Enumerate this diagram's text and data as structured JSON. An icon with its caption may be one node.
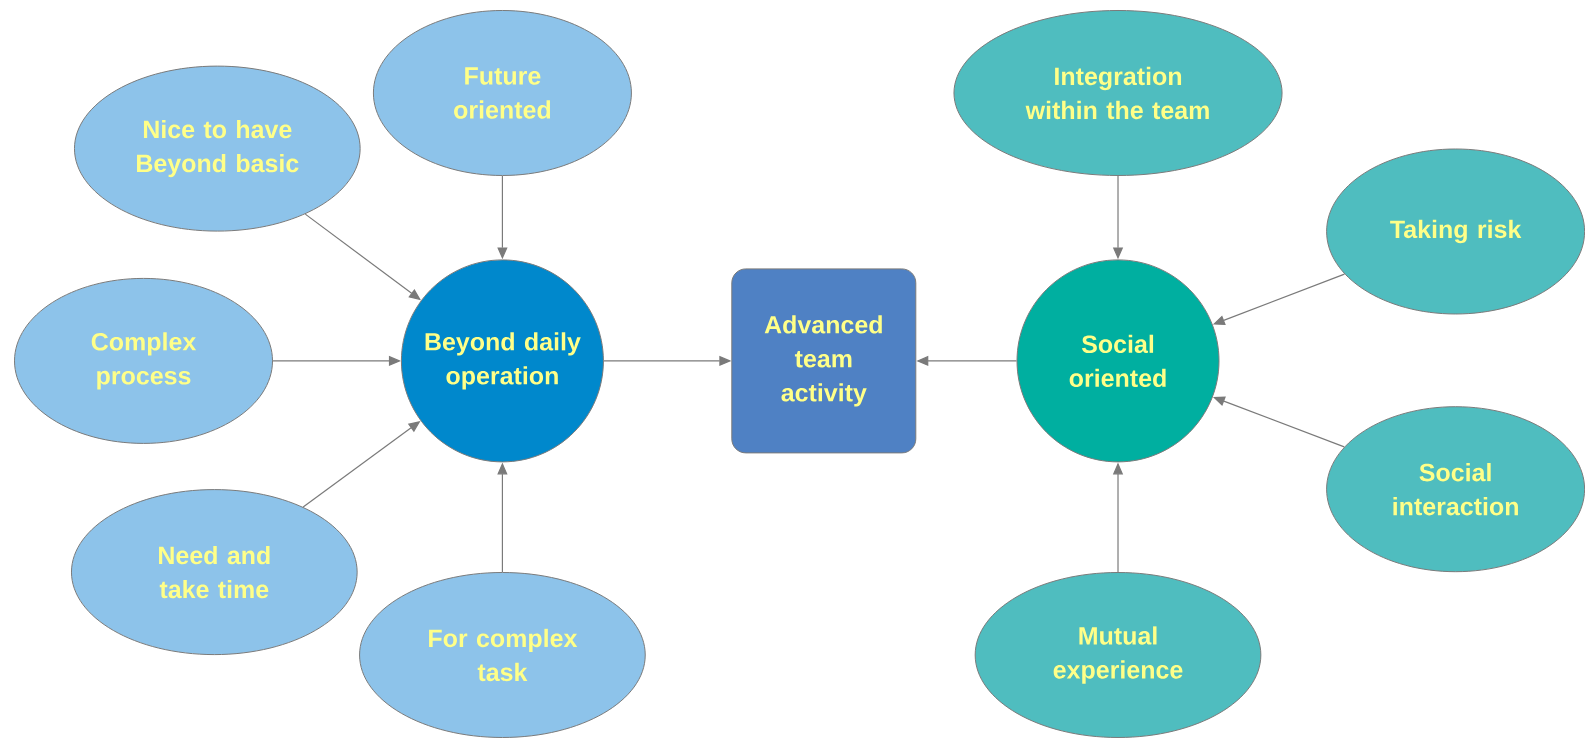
{
  "diagram": {
    "nodes": [
      {
        "text": [
          "Nice to have Beyond basic"
        ]
      },
      {
        "text": [
          "Future oriented"
        ]
      },
      {
        "text": [
          "Complex process"
        ]
      },
      {
        "text": [
          "Beyond daily operation"
        ]
      },
      {
        "text": [
          "Need and take time"
        ]
      },
      {
        "text": [
          "For complex task"
        ]
      },
      {
        "text": [
          "Advanced team activity"
        ]
      },
      {
        "text": [
          "Integration within the team"
        ]
      },
      {
        "text": [
          "Taking risk"
        ]
      },
      {
        "text": [
          "Social oriented"
        ]
      },
      {
        "text": [
          "Social interaction"
        ]
      },
      {
        "text": [
          "Mutual experience"
        ]
      }
    ],
    "edges": [
      {
        "from": 0,
        "to": 3,
        "arrow": "to"
      },
      {
        "from": 1,
        "to": 3,
        "arrow": "to"
      },
      {
        "from": 2,
        "to": 3,
        "arrow": "to"
      },
      {
        "from": 4,
        "to": 3,
        "arrow": "to"
      },
      {
        "from": 5,
        "to": 3,
        "arrow": "to"
      },
      {
        "from": 3,
        "to": 6,
        "arrow": "to"
      },
      {
        "from": 9,
        "to": 6,
        "arrow": "to"
      },
      {
        "from": 7,
        "to": 9,
        "arrow": "to"
      },
      {
        "from": 8,
        "to": 9,
        "arrow": "to"
      },
      {
        "from": 10,
        "to": 9,
        "arrow": "to"
      },
      {
        "from": 11,
        "to": 9,
        "arrow": "to"
      }
    ]
  }
}
